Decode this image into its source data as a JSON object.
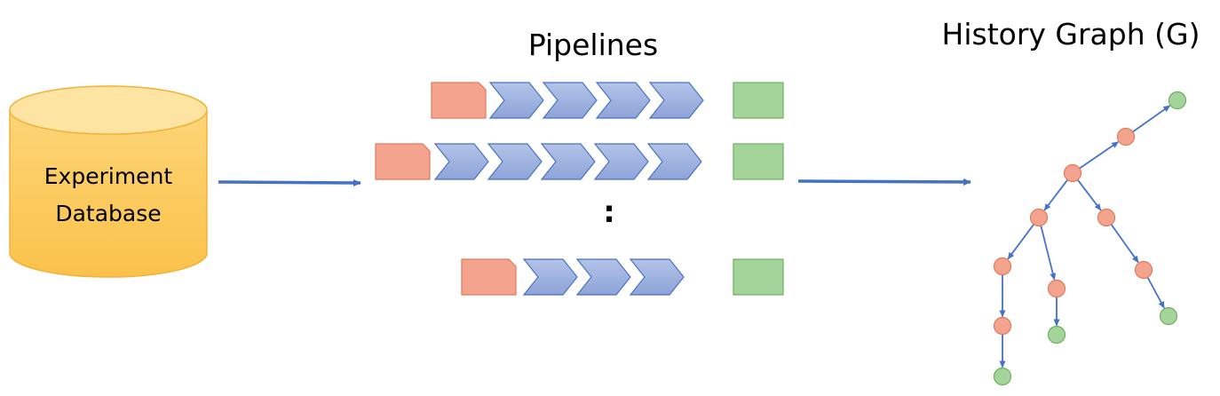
{
  "database": {
    "line1": "Experiment",
    "line2": "Database"
  },
  "pipelines": {
    "title": "Pipelines",
    "ellipsis": ":"
  },
  "graph": {
    "title": "History Graph (G)"
  },
  "colors": {
    "cylinder_fill": "#FBCB5E",
    "cylinder_top": "#FDE4A2",
    "cylinder_stroke": "#F0B23A",
    "source_block": "#F4A48E",
    "source_block_stroke": "#E07A5C",
    "chevron": "#9DB0DE",
    "chevron_stroke": "#4A72C4",
    "output_block": "#A5D49A",
    "output_block_stroke": "#6CAF5E",
    "arrow": "#4472C4",
    "node_orange": "#F4A48E",
    "node_orange_stroke": "#E07A5C",
    "node_green": "#A5D49A",
    "node_green_stroke": "#6CAF5E"
  }
}
